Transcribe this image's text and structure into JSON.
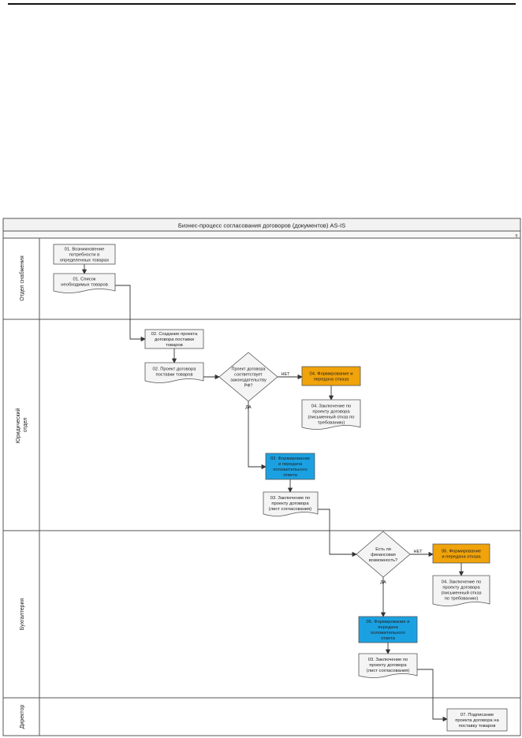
{
  "diagram": {
    "title": "Бизнес-процесс согласования договоров (документов) AS-IS",
    "header_mark": "s",
    "lanes": [
      {
        "label": "Отдел снабжения"
      },
      {
        "label_lines": [
          "Юридический",
          "отдел"
        ]
      },
      {
        "label": "Бухгалтерия"
      },
      {
        "label": "Директор"
      }
    ],
    "nodes": {
      "n01": [
        "01. Возникновение",
        "потребности в",
        "определенных товарах"
      ],
      "d01": [
        "01. Список",
        "необходимых товаров"
      ],
      "n02": [
        "02. Создание проекта",
        "договора поставки",
        "товаров"
      ],
      "d02": [
        "02. Проект договора",
        "поставки товаров"
      ],
      "q1": [
        "Проект договора",
        "соответствует",
        "законодательству",
        "РФ?"
      ],
      "n04a": [
        "04. Формирование и",
        "передача отказа"
      ],
      "d04a": [
        "04. Заключение по",
        "проекту договора",
        "(письменный отказ по",
        "требованию)"
      ],
      "n03": [
        "03. Формирование",
        "и передача",
        "положительного",
        "ответа"
      ],
      "d03a": [
        "03. Заключение по",
        "проекту договора",
        "(лист согласования)"
      ],
      "q2": [
        "Есть ли",
        "финансовая",
        "возможность?"
      ],
      "n06": [
        "06. Формирование",
        "и передача отказа"
      ],
      "d04b": [
        "04. Заключение по",
        "проекту договора",
        "(письменный отказ",
        "по требованию)"
      ],
      "n05": [
        "05. Формирование и",
        "передача",
        "положительного",
        "ответа"
      ],
      "d03b": [
        "03. Заключение по",
        "проекту договора",
        "(лист согласования)"
      ],
      "n07": [
        "07. Подписание",
        "проекта договора на",
        "поставку товаров"
      ]
    },
    "edge_labels": {
      "no": "НЕТ",
      "yes": "ДА"
    },
    "colors": {
      "orange": "#f0a30a",
      "blue": "#1ba1e2",
      "box": "#f4f4f4",
      "stroke": "#555555"
    }
  }
}
